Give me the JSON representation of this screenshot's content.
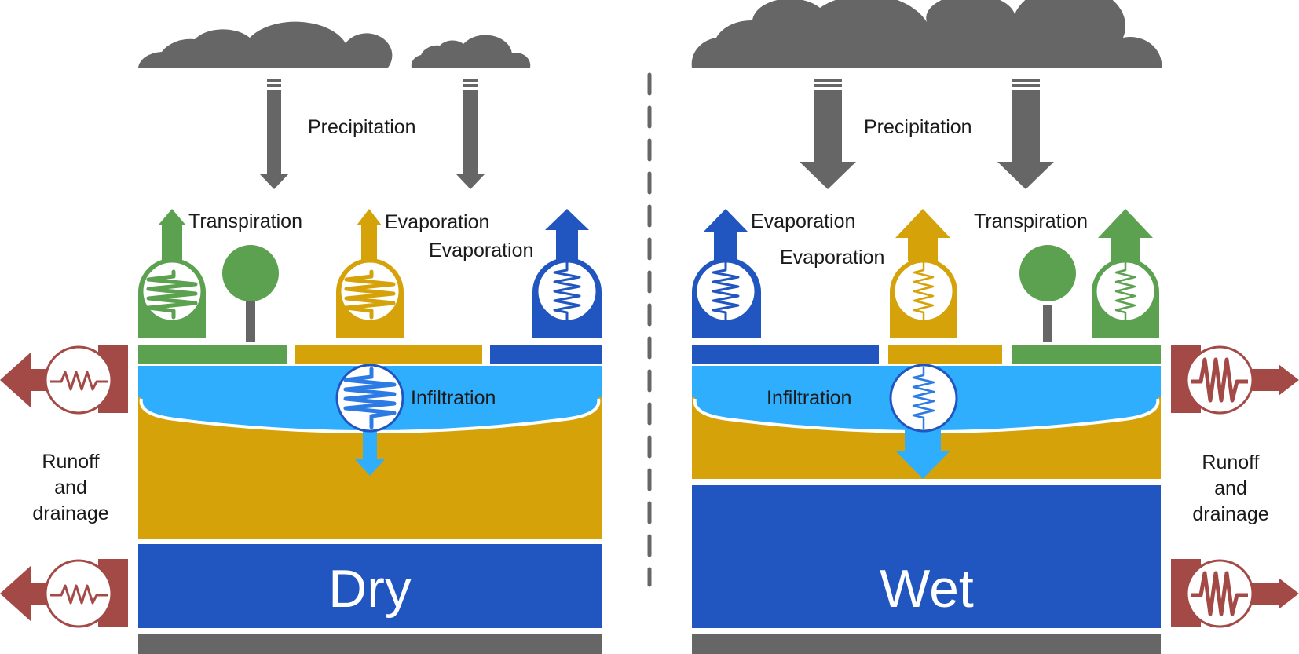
{
  "colors": {
    "cloud": "#666666",
    "vegetation": "#5ba150",
    "soil": "#d6a20a",
    "surface_water": "#2155bf",
    "infiltration_layer": "#2eaefc",
    "groundwater": "#2155bf",
    "bedrock": "#666666",
    "drainage": "#a34a47"
  },
  "icons": {
    "resistor": "zigzag-resistor-icon",
    "tree": "tree-icon",
    "cloud": "cloud-icon",
    "arrow": "arrow-icon"
  },
  "dry": {
    "title": "Dry",
    "precipitation": "Precipitation",
    "transpiration": "Transpiration",
    "evaporation_soil": "Evaporation",
    "evaporation_water": "Evaporation",
    "infiltration": "Infiltration",
    "runoff_line1": "Runoff",
    "runoff_line2": "and",
    "runoff_line3": "drainage"
  },
  "wet": {
    "title": "Wet",
    "precipitation": "Precipitation",
    "evaporation_water": "Evaporation",
    "evaporation_soil": "Evaporation",
    "transpiration": "Transpiration",
    "infiltration": "Infiltration",
    "runoff_line1": "Runoff",
    "runoff_line2": "and",
    "runoff_line3": "drainage"
  }
}
